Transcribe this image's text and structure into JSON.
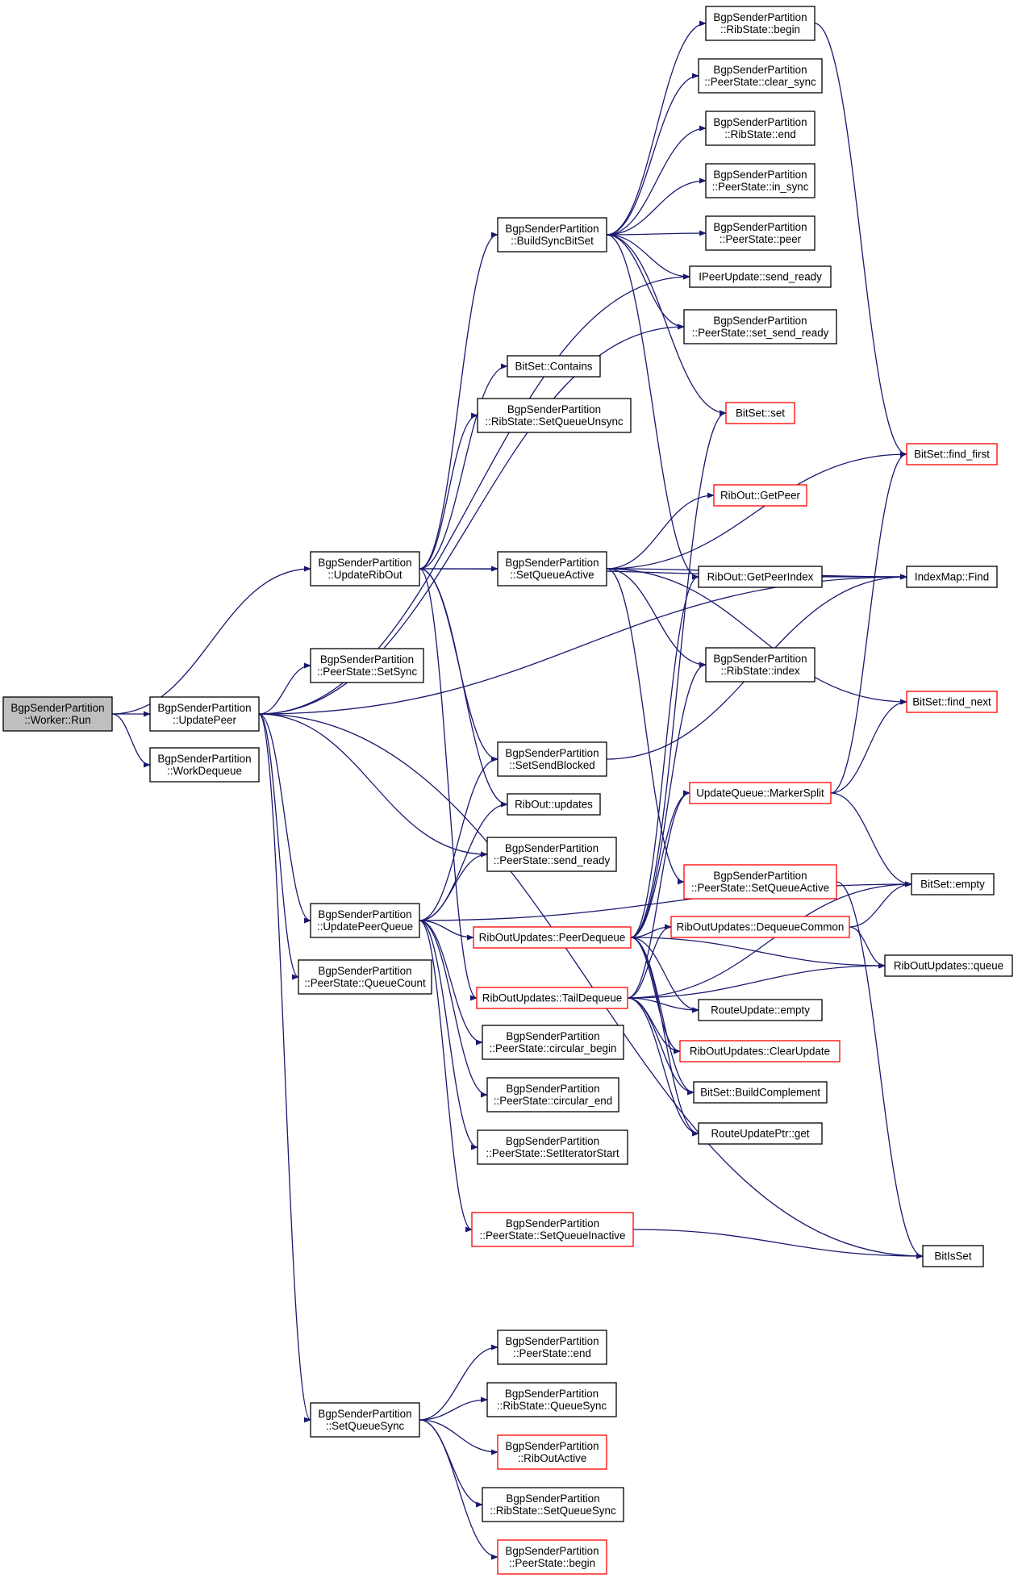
{
  "colors": {
    "edge": "#191970",
    "node_border": "#000000",
    "node_border_truncated": "#ff0000",
    "root_fill": "#bfbfbf",
    "node_fill": "#ffffff"
  },
  "graph": {
    "nodes": [
      {
        "id": "worker_run",
        "lines": [
          "BgpSenderPartition",
          "::Worker::Run"
        ],
        "style": "root"
      },
      {
        "id": "update_peer",
        "lines": [
          "BgpSenderPartition",
          "::UpdatePeer"
        ],
        "style": "normal"
      },
      {
        "id": "work_dequeue",
        "lines": [
          "BgpSenderPartition",
          "::WorkDequeue"
        ],
        "style": "normal"
      },
      {
        "id": "update_rib_out",
        "lines": [
          "BgpSenderPartition",
          "::UpdateRibOut"
        ],
        "style": "normal"
      },
      {
        "id": "peerstate_setsync",
        "lines": [
          "BgpSenderPartition",
          "::PeerState::SetSync"
        ],
        "style": "normal"
      },
      {
        "id": "update_peer_queue",
        "lines": [
          "BgpSenderPartition",
          "::UpdatePeerQueue"
        ],
        "style": "normal"
      },
      {
        "id": "peerstate_queuecount",
        "lines": [
          "BgpSenderPartition",
          "::PeerState::QueueCount"
        ],
        "style": "normal"
      },
      {
        "id": "set_queue_sync",
        "lines": [
          "BgpSenderPartition",
          "::SetQueueSync"
        ],
        "style": "normal"
      },
      {
        "id": "build_sync_bitset",
        "lines": [
          "BgpSenderPartition",
          "::BuildSyncBitSet"
        ],
        "style": "normal"
      },
      {
        "id": "bitset_contains",
        "lines": [
          "BitSet::Contains"
        ],
        "style": "normal"
      },
      {
        "id": "ribstate_setqueueunsync",
        "lines": [
          "BgpSenderPartition",
          "::RibState::SetQueueUnsync"
        ],
        "style": "normal"
      },
      {
        "id": "set_queue_active",
        "lines": [
          "BgpSenderPartition",
          "::SetQueueActive"
        ],
        "style": "normal"
      },
      {
        "id": "set_send_blocked",
        "lines": [
          "BgpSenderPartition",
          "::SetSendBlocked"
        ],
        "style": "normal"
      },
      {
        "id": "ribout_updates",
        "lines": [
          "RibOut::updates"
        ],
        "style": "normal"
      },
      {
        "id": "peerstate_send_ready",
        "lines": [
          "BgpSenderPartition",
          "::PeerState::send_ready"
        ],
        "style": "normal"
      },
      {
        "id": "riboutupdates_peerdequeue",
        "lines": [
          "RibOutUpdates::PeerDequeue"
        ],
        "style": "truncated"
      },
      {
        "id": "riboutupdates_taildequeue",
        "lines": [
          "RibOutUpdates::TailDequeue"
        ],
        "style": "truncated"
      },
      {
        "id": "peerstate_circular_begin",
        "lines": [
          "BgpSenderPartition",
          "::PeerState::circular_begin"
        ],
        "style": "normal"
      },
      {
        "id": "peerstate_circular_end",
        "lines": [
          "BgpSenderPartition",
          "::PeerState::circular_end"
        ],
        "style": "normal"
      },
      {
        "id": "peerstate_setiteratorstart",
        "lines": [
          "BgpSenderPartition",
          "::PeerState::SetIteratorStart"
        ],
        "style": "normal"
      },
      {
        "id": "peerstate_setqueueinactive",
        "lines": [
          "BgpSenderPartition",
          "::PeerState::SetQueueInactive"
        ],
        "style": "truncated"
      },
      {
        "id": "peerstate_end",
        "lines": [
          "BgpSenderPartition",
          "::PeerState::end"
        ],
        "style": "normal"
      },
      {
        "id": "ribstate_queuesync",
        "lines": [
          "BgpSenderPartition",
          "::RibState::QueueSync"
        ],
        "style": "normal"
      },
      {
        "id": "riboutactive",
        "lines": [
          "BgpSenderPartition",
          "::RibOutActive"
        ],
        "style": "truncated"
      },
      {
        "id": "ribstate_setqueuesync",
        "lines": [
          "BgpSenderPartition",
          "::RibState::SetQueueSync"
        ],
        "style": "normal"
      },
      {
        "id": "peerstate_begin",
        "lines": [
          "BgpSenderPartition",
          "::PeerState::begin"
        ],
        "style": "truncated"
      },
      {
        "id": "ribstate_begin",
        "lines": [
          "BgpSenderPartition",
          "::RibState::begin"
        ],
        "style": "normal"
      },
      {
        "id": "peerstate_clear_sync",
        "lines": [
          "BgpSenderPartition",
          "::PeerState::clear_sync"
        ],
        "style": "normal"
      },
      {
        "id": "ribstate_end",
        "lines": [
          "BgpSenderPartition",
          "::RibState::end"
        ],
        "style": "normal"
      },
      {
        "id": "peerstate_in_sync",
        "lines": [
          "BgpSenderPartition",
          "::PeerState::in_sync"
        ],
        "style": "normal"
      },
      {
        "id": "peerstate_peer",
        "lines": [
          "BgpSenderPartition",
          "::PeerState::peer"
        ],
        "style": "normal"
      },
      {
        "id": "ipeerupdate_send_ready",
        "lines": [
          "IPeerUpdate::send_ready"
        ],
        "style": "normal"
      },
      {
        "id": "peerstate_set_send_ready",
        "lines": [
          "BgpSenderPartition",
          "::PeerState::set_send_ready"
        ],
        "style": "normal"
      },
      {
        "id": "bitset_set",
        "lines": [
          "BitSet::set"
        ],
        "style": "truncated"
      },
      {
        "id": "ribout_getpeer",
        "lines": [
          "RibOut::GetPeer"
        ],
        "style": "truncated"
      },
      {
        "id": "ribout_getpeerindex",
        "lines": [
          "RibOut::GetPeerIndex"
        ],
        "style": "normal"
      },
      {
        "id": "ribstate_index",
        "lines": [
          "BgpSenderPartition",
          "::RibState::index"
        ],
        "style": "normal"
      },
      {
        "id": "updatequeue_markersplit",
        "lines": [
          "UpdateQueue::MarkerSplit"
        ],
        "style": "truncated"
      },
      {
        "id": "peerstate_setqueueactive",
        "lines": [
          "BgpSenderPartition",
          "::PeerState::SetQueueActive"
        ],
        "style": "truncated"
      },
      {
        "id": "riboutupdates_dequeuecommon",
        "lines": [
          "RibOutUpdates::DequeueCommon"
        ],
        "style": "truncated"
      },
      {
        "id": "routeupdate_empty",
        "lines": [
          "RouteUpdate::empty"
        ],
        "style": "normal"
      },
      {
        "id": "riboutupdates_clearupdate",
        "lines": [
          "RibOutUpdates::ClearUpdate"
        ],
        "style": "truncated"
      },
      {
        "id": "bitset_buildcomplement",
        "lines": [
          "BitSet::BuildComplement"
        ],
        "style": "normal"
      },
      {
        "id": "routeupdateptr_get",
        "lines": [
          "RouteUpdatePtr::get"
        ],
        "style": "normal"
      },
      {
        "id": "bitset_find_first",
        "lines": [
          "BitSet::find_first"
        ],
        "style": "truncated"
      },
      {
        "id": "indexmap_find",
        "lines": [
          "IndexMap::Find"
        ],
        "style": "normal"
      },
      {
        "id": "bitset_find_next",
        "lines": [
          "BitSet::find_next"
        ],
        "style": "truncated"
      },
      {
        "id": "bitset_empty",
        "lines": [
          "BitSet::empty"
        ],
        "style": "normal"
      },
      {
        "id": "riboutupdates_queue",
        "lines": [
          "RibOutUpdates::queue"
        ],
        "style": "normal"
      },
      {
        "id": "bitisset",
        "lines": [
          "BitIsSet"
        ],
        "style": "normal"
      }
    ],
    "edges": [
      [
        "worker_run",
        "update_peer"
      ],
      [
        "worker_run",
        "work_dequeue"
      ],
      [
        "worker_run",
        "update_rib_out"
      ],
      [
        "update_peer",
        "peerstate_setsync"
      ],
      [
        "update_peer",
        "update_peer_queue"
      ],
      [
        "update_peer",
        "peerstate_queuecount"
      ],
      [
        "update_peer",
        "set_queue_sync"
      ],
      [
        "update_peer",
        "ipeerupdate_send_ready"
      ],
      [
        "update_peer",
        "peerstate_set_send_ready"
      ],
      [
        "update_peer",
        "indexmap_find"
      ],
      [
        "update_peer",
        "peerstate_send_ready"
      ],
      [
        "update_peer",
        "bitisset"
      ],
      [
        "update_rib_out",
        "build_sync_bitset"
      ],
      [
        "update_rib_out",
        "bitset_contains"
      ],
      [
        "update_rib_out",
        "ribstate_setqueueunsync"
      ],
      [
        "update_rib_out",
        "set_queue_active"
      ],
      [
        "update_rib_out",
        "set_send_blocked"
      ],
      [
        "update_rib_out",
        "ribout_updates"
      ],
      [
        "update_rib_out",
        "riboutupdates_taildequeue"
      ],
      [
        "update_rib_out",
        "indexmap_find"
      ],
      [
        "update_peer_queue",
        "set_send_blocked"
      ],
      [
        "update_peer_queue",
        "ribout_updates"
      ],
      [
        "update_peer_queue",
        "peerstate_send_ready"
      ],
      [
        "update_peer_queue",
        "riboutupdates_peerdequeue"
      ],
      [
        "update_peer_queue",
        "peerstate_circular_begin"
      ],
      [
        "update_peer_queue",
        "peerstate_circular_end"
      ],
      [
        "update_peer_queue",
        "peerstate_setiteratorstart"
      ],
      [
        "update_peer_queue",
        "peerstate_setqueueinactive"
      ],
      [
        "update_peer_queue",
        "bitset_empty"
      ],
      [
        "set_queue_sync",
        "peerstate_end"
      ],
      [
        "set_queue_sync",
        "ribstate_queuesync"
      ],
      [
        "set_queue_sync",
        "riboutactive"
      ],
      [
        "set_queue_sync",
        "ribstate_setqueuesync"
      ],
      [
        "set_queue_sync",
        "peerstate_begin"
      ],
      [
        "build_sync_bitset",
        "ribstate_begin"
      ],
      [
        "build_sync_bitset",
        "peerstate_clear_sync"
      ],
      [
        "build_sync_bitset",
        "ribstate_end"
      ],
      [
        "build_sync_bitset",
        "peerstate_in_sync"
      ],
      [
        "build_sync_bitset",
        "peerstate_peer"
      ],
      [
        "build_sync_bitset",
        "ipeerupdate_send_ready"
      ],
      [
        "build_sync_bitset",
        "peerstate_set_send_ready"
      ],
      [
        "build_sync_bitset",
        "bitset_set"
      ],
      [
        "build_sync_bitset",
        "ribout_getpeerindex"
      ],
      [
        "set_queue_active",
        "bitset_find_first"
      ],
      [
        "set_queue_active",
        "ribout_getpeer"
      ],
      [
        "set_queue_active",
        "indexmap_find"
      ],
      [
        "set_queue_active",
        "ribstate_index"
      ],
      [
        "set_queue_active",
        "bitset_find_next"
      ],
      [
        "set_queue_active",
        "peerstate_setqueueactive"
      ],
      [
        "set_send_blocked",
        "indexmap_find"
      ],
      [
        "riboutupdates_peerdequeue",
        "bitset_set"
      ],
      [
        "riboutupdates_peerdequeue",
        "ribout_getpeerindex"
      ],
      [
        "riboutupdates_peerdequeue",
        "ribstate_index"
      ],
      [
        "riboutupdates_peerdequeue",
        "updatequeue_markersplit"
      ],
      [
        "riboutupdates_peerdequeue",
        "riboutupdates_dequeuecommon"
      ],
      [
        "riboutupdates_peerdequeue",
        "routeupdate_empty"
      ],
      [
        "riboutupdates_peerdequeue",
        "riboutupdates_clearupdate"
      ],
      [
        "riboutupdates_peerdequeue",
        "bitset_buildcomplement"
      ],
      [
        "riboutupdates_peerdequeue",
        "routeupdateptr_get"
      ],
      [
        "riboutupdates_peerdequeue",
        "riboutupdates_queue"
      ],
      [
        "riboutupdates_taildequeue",
        "updatequeue_markersplit"
      ],
      [
        "riboutupdates_taildequeue",
        "riboutupdates_dequeuecommon"
      ],
      [
        "riboutupdates_taildequeue",
        "routeupdate_empty"
      ],
      [
        "riboutupdates_taildequeue",
        "riboutupdates_clearupdate"
      ],
      [
        "riboutupdates_taildequeue",
        "bitset_buildcomplement"
      ],
      [
        "riboutupdates_taildequeue",
        "routeupdateptr_get"
      ],
      [
        "riboutupdates_taildequeue",
        "bitset_empty"
      ],
      [
        "riboutupdates_taildequeue",
        "riboutupdates_queue"
      ],
      [
        "ribstate_begin",
        "bitset_find_first"
      ],
      [
        "ribout_getpeerindex",
        "indexmap_find"
      ],
      [
        "updatequeue_markersplit",
        "bitset_find_first"
      ],
      [
        "updatequeue_markersplit",
        "bitset_find_next"
      ],
      [
        "updatequeue_markersplit",
        "bitset_empty"
      ],
      [
        "peerstate_setqueueactive",
        "bitisset"
      ],
      [
        "riboutupdates_dequeuecommon",
        "bitset_empty"
      ],
      [
        "riboutupdates_dequeuecommon",
        "riboutupdates_queue"
      ],
      [
        "peerstate_setqueueinactive",
        "bitisset"
      ]
    ]
  }
}
